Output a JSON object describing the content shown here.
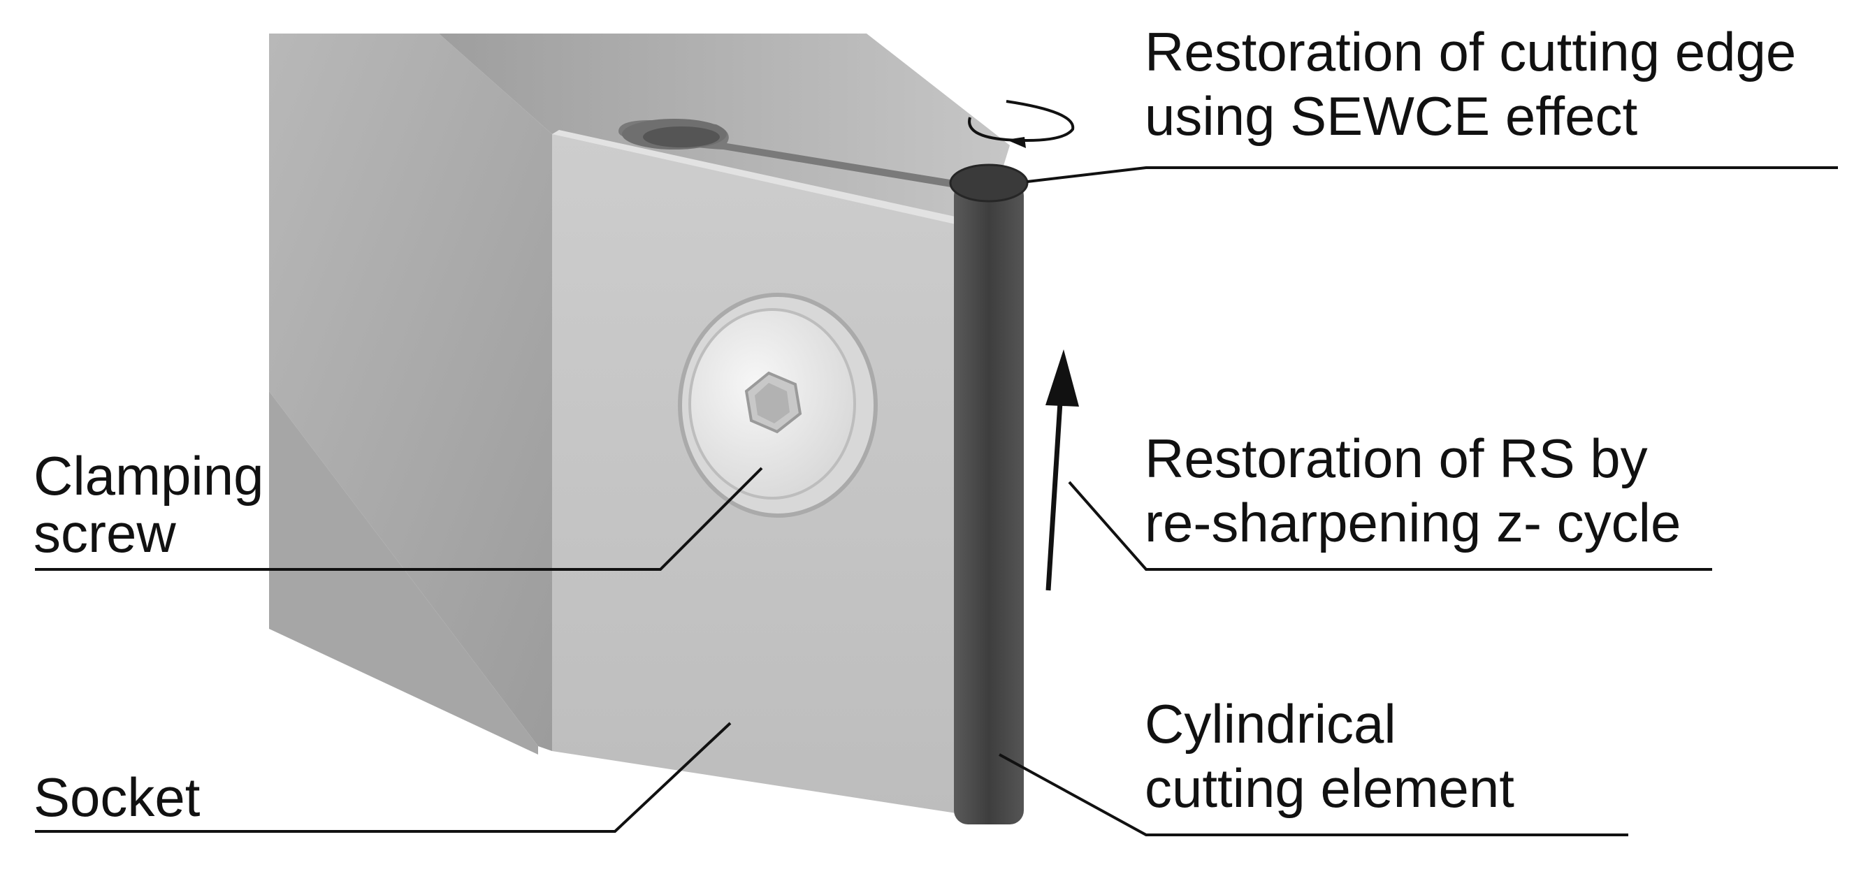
{
  "figure": {
    "labels": {
      "restoration_edge": {
        "line1": "Restoration of cutting edge",
        "line2": "using SEWCE effect"
      },
      "restoration_rs": {
        "line1": "Restoration of RS by",
        "line2": "re-sharpening z- cycle"
      },
      "cylindrical_element": {
        "line1": "Cylindrical",
        "line2": "cutting element"
      },
      "clamping_screw": {
        "line1": "Clamping",
        "line2": "screw"
      },
      "socket": {
        "line1": "Socket"
      }
    },
    "colors": {
      "background": "#ffffff",
      "text": "#111111",
      "leader_line": "#111111",
      "holder_top": "#b4b4b4",
      "holder_side": "#a0a0a0",
      "holder_front": "#c4c4c4",
      "plate_edge": "#8e8e8e",
      "cutting_element": "#4a4a4a",
      "screw_head": "#ececec"
    }
  }
}
